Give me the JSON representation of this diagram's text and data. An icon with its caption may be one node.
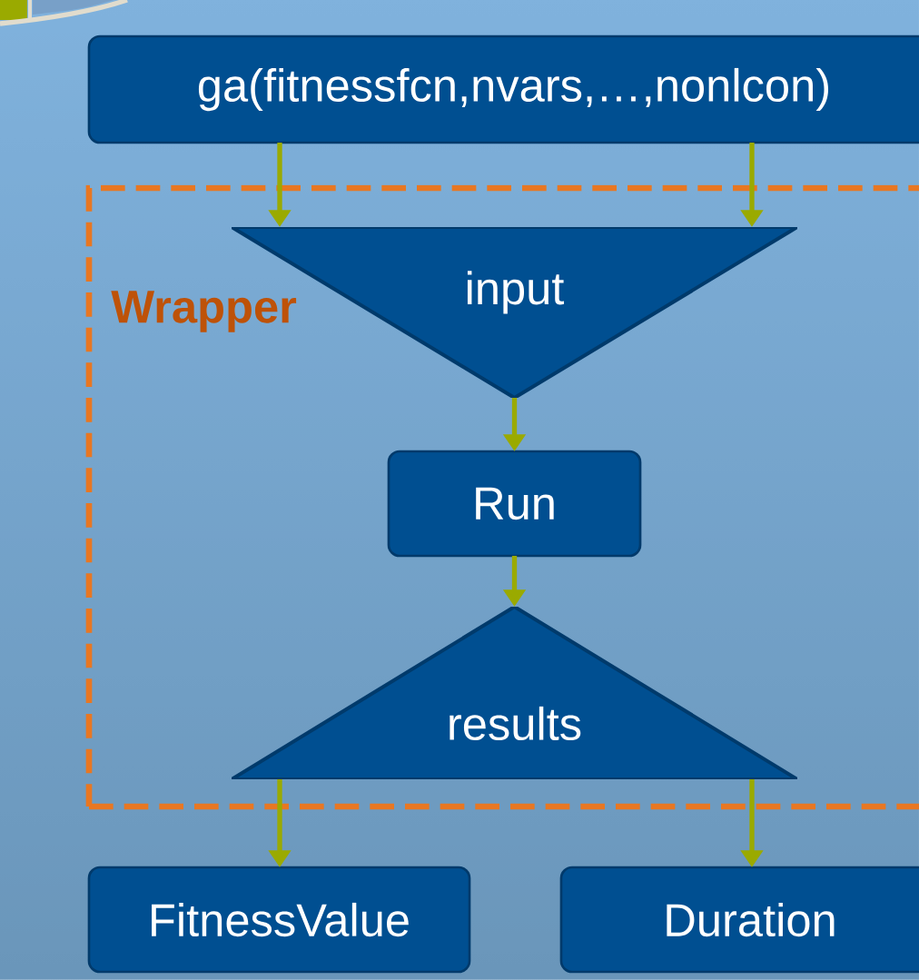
{
  "diagram": {
    "nodes": [
      {
        "text": [
          "ga(fitnessfcn,nvars,…,nonlcon)"
        ]
      },
      {
        "text": [
          "Wrapper"
        ]
      },
      {
        "text": [
          "input"
        ],
        "in": 1
      },
      {
        "text": [
          "Run"
        ],
        "in": 1
      },
      {
        "text": [
          "results"
        ],
        "in": 1
      },
      {
        "text": [
          "FitnessValue"
        ]
      },
      {
        "text": [
          "Duration"
        ]
      }
    ],
    "edges": [
      {
        "from": 0,
        "to": 2,
        "arrow": "to"
      },
      {
        "from": 0,
        "to": 2,
        "arrow": "to"
      },
      {
        "from": 2,
        "to": 3,
        "arrow": "to"
      },
      {
        "from": 3,
        "to": 4,
        "arrow": "to"
      },
      {
        "from": 4,
        "to": 5,
        "arrow": "to"
      },
      {
        "from": 4,
        "to": 6,
        "arrow": "to"
      }
    ]
  }
}
